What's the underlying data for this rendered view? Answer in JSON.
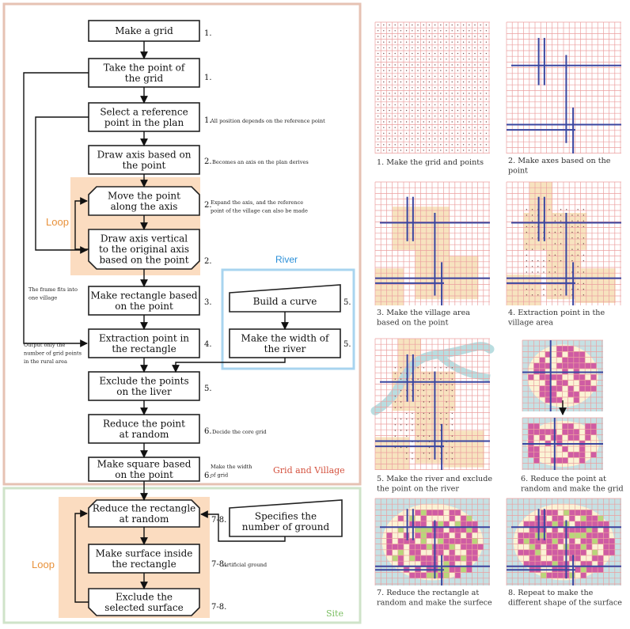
{
  "flowchart": {
    "boxes": [
      {
        "id": "make-grid",
        "text": "Make a grid",
        "shape": "rect"
      },
      {
        "id": "take-point",
        "text": "Take the point of\nthe grid",
        "shape": "rect"
      },
      {
        "id": "select-ref",
        "text": "Select a reference\npoint in the plan",
        "shape": "rect"
      },
      {
        "id": "draw-axis",
        "text": "Draw axis based on\nthe point",
        "shape": "rect"
      },
      {
        "id": "move-point",
        "text": "Move the point\nalong the axis",
        "shape": "oct-top"
      },
      {
        "id": "draw-vertical",
        "text": "Draw axis vertical\nto the original axis\nbased on the point",
        "shape": "oct-bottom"
      },
      {
        "id": "make-rect",
        "text": "Make rectangle based\non the point",
        "shape": "rect"
      },
      {
        "id": "extract",
        "text": "Extraction point in\nthe rectangle",
        "shape": "rect"
      },
      {
        "id": "exclude-liver",
        "text": "Exclude the points\non the liver",
        "shape": "rect"
      },
      {
        "id": "reduce-random",
        "text": "Reduce the point\nat random",
        "shape": "rect"
      },
      {
        "id": "make-square",
        "text": "Make square based\non the point",
        "shape": "rect"
      },
      {
        "id": "reduce-rect",
        "text": "Reduce the rectangle\nat random",
        "shape": "oct-top"
      },
      {
        "id": "make-surface",
        "text": "Make surface inside\nthe rectangle",
        "shape": "rect"
      },
      {
        "id": "exclude-surface",
        "text": "Exclude the\nselected surface",
        "shape": "oct-bottom"
      },
      {
        "id": "build-curve",
        "text": "Build a curve",
        "shape": "manual"
      },
      {
        "id": "river-width",
        "text": "Make the width of\nthe river",
        "shape": "rect"
      },
      {
        "id": "specifies",
        "text": "Specifies the\nnumber of ground",
        "shape": "manual"
      }
    ],
    "step_numbers": [
      "1.",
      "1.",
      "1.",
      "2.",
      "2.",
      "2.",
      "3.",
      "4.",
      "5.",
      "6.",
      "6.",
      "7-8.",
      "7-8.",
      "7-8.",
      "5.",
      "5."
    ],
    "notes": [
      "All position depends on the reference point",
      "Becomes an axis on the plan derives",
      "Expand the axis, and the reference\npoint of the village can also be made",
      "Decide the core grid",
      "Make the width\nof grid",
      "Artificial ground",
      "The frame fits into\none village",
      "Output only the\nnumber of grid points\nin the rural area"
    ],
    "labels": {
      "loop": "Loop",
      "river": "River",
      "grid_village": "Grid and Village",
      "site": "Site"
    },
    "colors": {
      "grid_village_border": "#e6c2b3",
      "site_border": "#cfe3c9",
      "river_border": "#a8d4ef",
      "loop_fill": "#fbdcc0",
      "loop_text": "#e8913a",
      "river_text": "#2a8fd8",
      "grid_village_text": "#d4523f",
      "site_text": "#7cbf63"
    }
  },
  "panels": {
    "captions": [
      "1. Make the grid and points",
      "2. Make axes based on the\npoint",
      "3. Make the village area\nbased on the point",
      "4. Extraction point in the\nvillage area",
      "5. Make the river and exclude\nthe point on the river",
      "6. Reduce the point at\nrandom and make the grid",
      "7. Reduce the rectangle at\nrandom and make the surfece",
      "8. Repeat to make the\ndifferent shape of the surface"
    ],
    "colors": {
      "grid_line": "#ec9f9f",
      "axis": "#3a46a0",
      "village": "#f7e3bf",
      "river": "#b9dde0",
      "river_edge": "#6ab8c0",
      "magenta": "#cf5ca3",
      "green": "#b8d67a",
      "cream": "#fbf3d5",
      "dot": "#7a5050",
      "site_bg": "#c6e1e4"
    }
  }
}
